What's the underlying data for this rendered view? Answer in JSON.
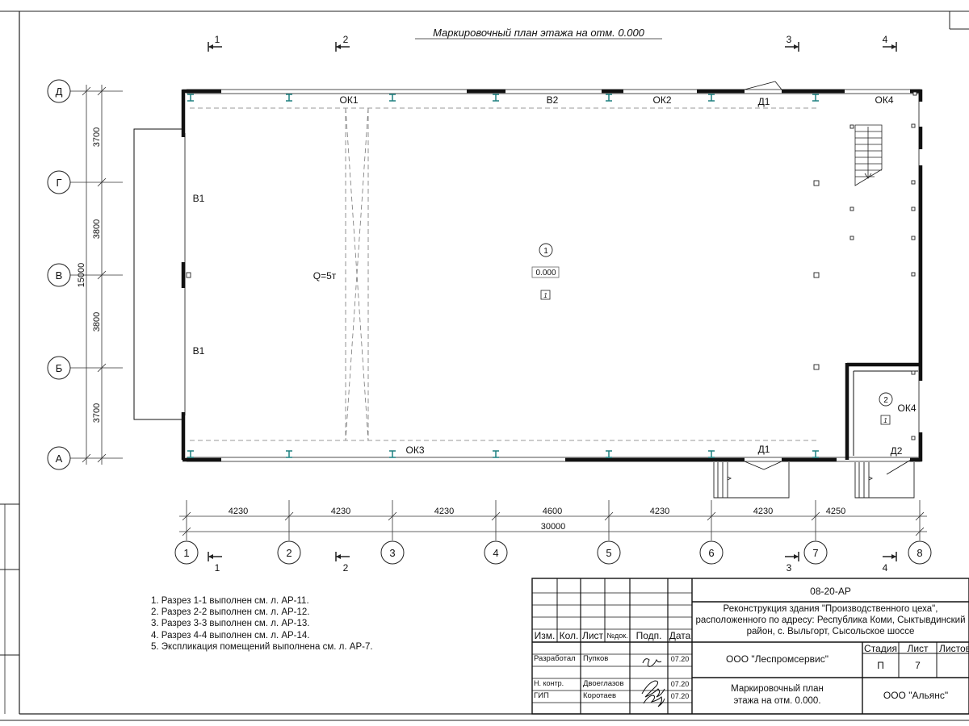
{
  "drawing": {
    "title": "Маркировочный план этажа на отм. 0.000",
    "axes_letters": [
      "Д",
      "Г",
      "В",
      "Б",
      "А"
    ],
    "axes_numbers": [
      "1",
      "2",
      "3",
      "4",
      "5",
      "6",
      "7",
      "8"
    ],
    "vertical_dims": [
      "3700",
      "3800",
      "3800",
      "3700"
    ],
    "vertical_total": "15000",
    "horizontal_dims": [
      "4230",
      "4230",
      "4230",
      "4600",
      "4230",
      "4230",
      "4250"
    ],
    "horizontal_total": "30000",
    "sections_top": [
      "1",
      "2",
      "3",
      "4"
    ],
    "sections_bottom": [
      "1",
      "2",
      "3",
      "4"
    ],
    "labels": {
      "ok1": "ОК1",
      "v2": "В2",
      "ok2": "ОК2",
      "d1_top": "Д1",
      "ok4_top": "ОК4",
      "v1_upper": "В1",
      "v1_lower": "В1",
      "crane": "Q=5т",
      "ok3": "ОК3",
      "d1_bottom": "Д1",
      "ok4_room": "ОК4",
      "d2": "Д2"
    },
    "room1": {
      "number": "1",
      "level": "0.000",
      "tag": "1"
    },
    "room2": {
      "number": "2",
      "tag": "1"
    }
  },
  "notes": [
    "1. Разрез 1-1 выполнен см. л. АР-11.",
    "2. Разрез 2-2 выполнен см. л. АР-12.",
    "3. Разрез 3-3 выполнен см. л. АР-13.",
    "4. Разрез 4-4 выполнен см. л. АР-14.",
    "5. Экспликация помещений выполнена см. л. АР-7."
  ],
  "title_block": {
    "code": "08-20-АР",
    "project": [
      "Реконструкция здания \"Производственного цеха\",",
      "расположенного по адресу: Республика Коми, Сыктывдинский",
      "район, с. Выльгорт, Сысольское шоссе"
    ],
    "header": {
      "izm": "Изм.",
      "kol": "Кол.",
      "list": "Лист",
      "ndok": "№док.",
      "podp": "Подп.",
      "data": "Дата"
    },
    "roles": [
      {
        "role": "Разработал",
        "name": "Пупков",
        "date": "07.20"
      },
      {
        "role": "Н. контр.",
        "name": "Двоеглазов",
        "date": "07.20"
      },
      {
        "role": "ГИП",
        "name": "Коротаев",
        "date": "07.20"
      }
    ],
    "company": "ООО \"Леспромсервис\"",
    "stage_label": "Стадия",
    "sheet_label": "Лист",
    "sheets_label": "Листов",
    "stage": "П",
    "sheet": "7",
    "sheet_title": [
      "Маркировочный план",
      "этажа на отм. 0.000."
    ],
    "org": "ООО \"Альянс\""
  }
}
